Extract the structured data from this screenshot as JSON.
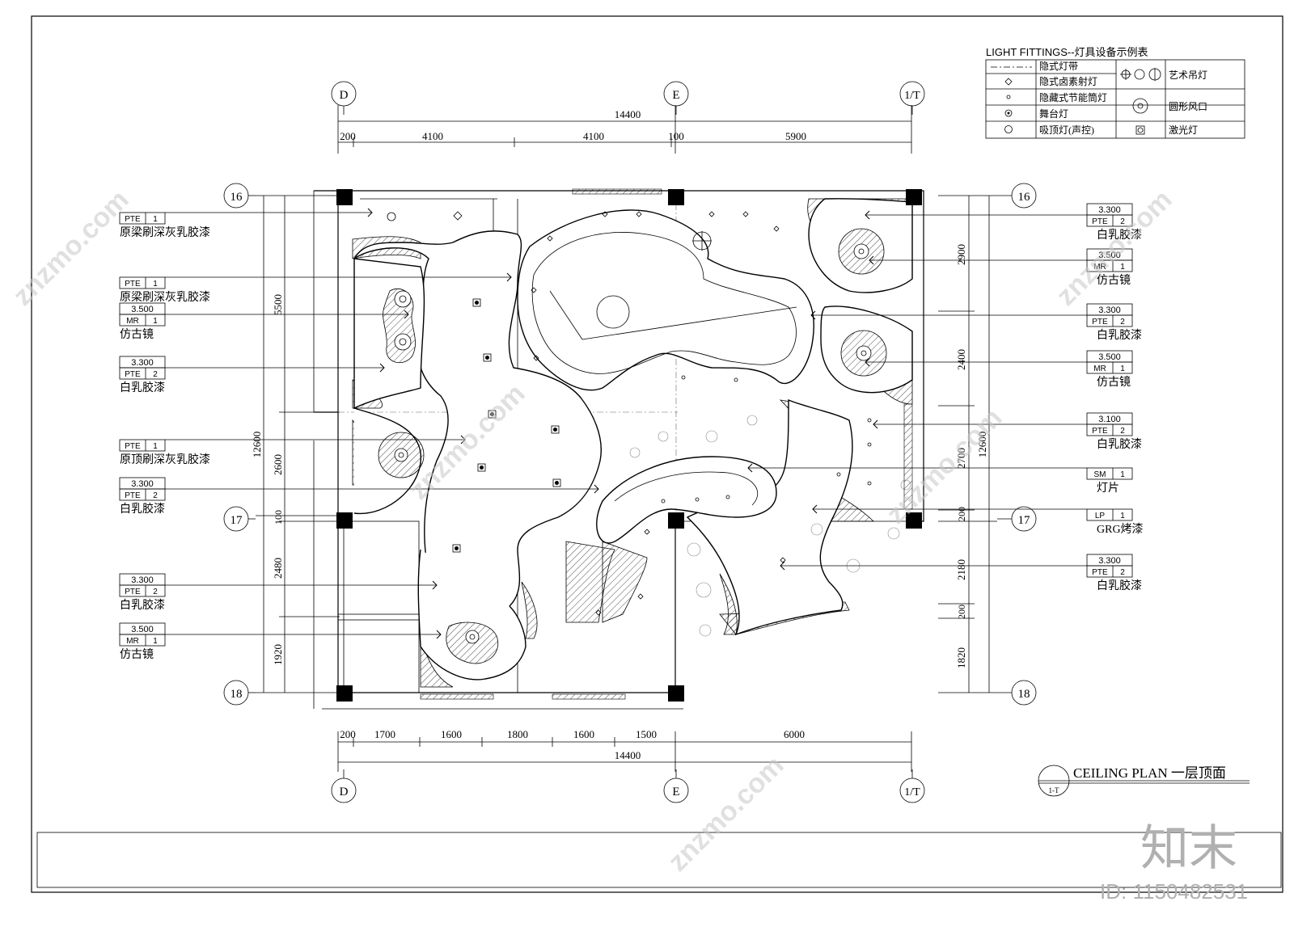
{
  "legend": {
    "title": "LIGHT FITTINGS--灯具设备示例表",
    "left_rows": [
      "隐式灯带",
      "隐式卤素射灯",
      "隐藏式节能筒灯",
      "舞台灯",
      "吸顶灯(声控)"
    ],
    "right_rows": [
      "艺术吊灯",
      "圆形风口",
      "激光灯"
    ]
  },
  "grid": {
    "top_axes": [
      "D",
      "E",
      "1/T"
    ],
    "bottom_axes": [
      "D",
      "E",
      "1/T"
    ],
    "left_rows": [
      "16",
      "17",
      "18"
    ],
    "right_rows": [
      "16",
      "17",
      "18"
    ]
  },
  "dims": {
    "top_total": "14400",
    "top": [
      "200",
      "4100",
      "4100",
      "100",
      "5900"
    ],
    "bottom": [
      "200",
      "1700",
      "1600",
      "1800",
      "1600",
      "1500",
      "6000"
    ],
    "bottom_total": "14400",
    "left_total": "12600",
    "left": [
      "5500",
      "2600",
      "100",
      "2480",
      "1920"
    ],
    "right_total": "12600",
    "right": [
      "2900",
      "2400",
      "2700",
      "200",
      "2180",
      "200",
      "1820"
    ]
  },
  "left_tags": [
    {
      "code": "PTE",
      "num": "1",
      "label": "原梁刷深灰乳胶漆"
    },
    {
      "code": "PTE",
      "num": "1",
      "label": "原梁刷深灰乳胶漆"
    },
    {
      "elev": "3.500",
      "code": "MR",
      "num": "1",
      "label": "仿古镜"
    },
    {
      "elev": "3.300",
      "code": "PTE",
      "num": "2",
      "label": "白乳胶漆"
    },
    {
      "code": "PTE",
      "num": "1",
      "label": "原顶刷深灰乳胶漆"
    },
    {
      "elev": "3.300",
      "code": "PTE",
      "num": "2",
      "label": "白乳胶漆"
    },
    {
      "elev": "3.300",
      "code": "PTE",
      "num": "2",
      "label": "白乳胶漆"
    },
    {
      "elev": "3.500",
      "code": "MR",
      "num": "1",
      "label": "仿古镜"
    }
  ],
  "right_tags": [
    {
      "elev": "3.300",
      "code": "PTE",
      "num": "2",
      "label": "白乳胶漆"
    },
    {
      "elev": "3.500",
      "code": "MR",
      "num": "1",
      "label": "仿古镜"
    },
    {
      "elev": "3.300",
      "code": "PTE",
      "num": "2",
      "label": "白乳胶漆"
    },
    {
      "elev": "3.500",
      "code": "MR",
      "num": "1",
      "label": "仿古镜"
    },
    {
      "elev": "3.100",
      "code": "PTE",
      "num": "2",
      "label": "白乳胶漆"
    },
    {
      "code": "SM",
      "num": "1",
      "label": "灯片"
    },
    {
      "code": "LP",
      "num": "1",
      "label": "GRG烤漆"
    },
    {
      "elev": "3.300",
      "code": "PTE",
      "num": "2",
      "label": "白乳胶漆"
    }
  ],
  "title_block": {
    "plan_title": "CEILING PLAN  一层顶面",
    "sheet_ref": "1-T"
  },
  "watermark": {
    "text": "znzmo.com",
    "brand": "知末",
    "id": "ID: 1150482531"
  }
}
